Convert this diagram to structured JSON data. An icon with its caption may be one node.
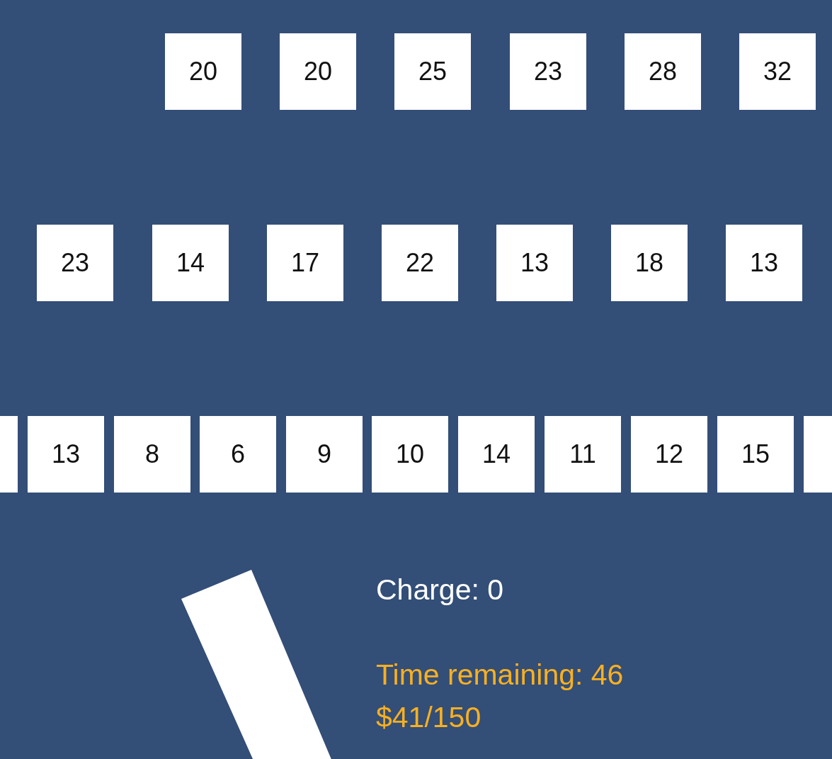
{
  "diagram": {
    "nodes": [
      {
        "text": [
          "20"
        ]
      },
      {
        "text": [
          "20"
        ]
      },
      {
        "text": [
          "25"
        ]
      },
      {
        "text": [
          "23"
        ]
      },
      {
        "text": [
          "28"
        ]
      },
      {
        "text": [
          "32"
        ]
      },
      {
        "text": [
          "23"
        ]
      },
      {
        "text": [
          "14"
        ]
      },
      {
        "text": [
          "17"
        ]
      },
      {
        "text": [
          "22"
        ]
      },
      {
        "text": [
          "13"
        ]
      },
      {
        "text": [
          "18"
        ]
      },
      {
        "text": [
          "13"
        ]
      },
      {
        "text": [],
        "shape": "box"
      },
      {
        "text": [
          "13"
        ]
      },
      {
        "text": [
          "8"
        ]
      },
      {
        "text": [
          "6"
        ]
      },
      {
        "text": [
          "9"
        ]
      },
      {
        "text": [
          "10"
        ]
      },
      {
        "text": [
          "14"
        ]
      },
      {
        "text": [
          "11"
        ]
      },
      {
        "text": [
          "12"
        ]
      },
      {
        "text": [
          "15"
        ]
      },
      {
        "text": [],
        "shape": "box"
      }
    ],
    "labels": [
      "Charge: 0",
      "Time remaining: 46",
      "$41/150"
    ]
  }
}
